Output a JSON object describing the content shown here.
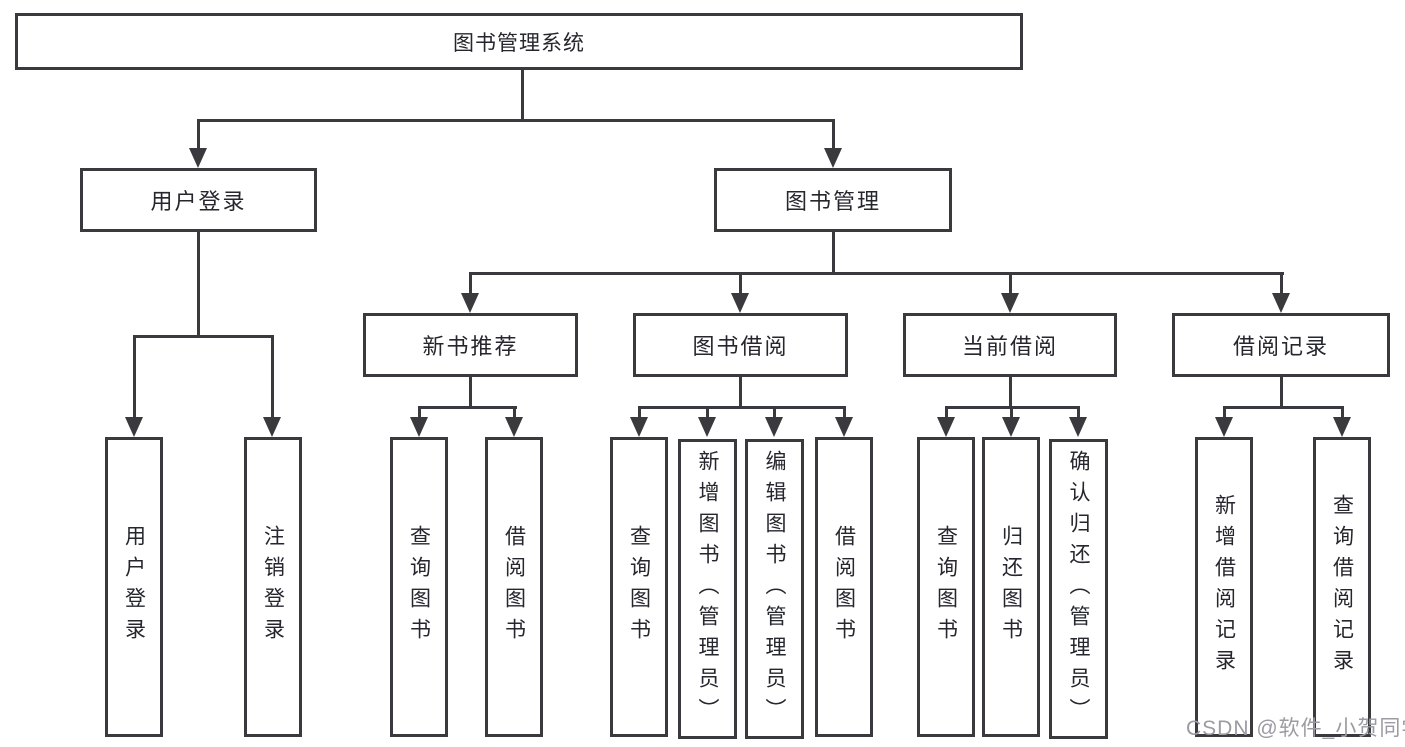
{
  "diagram": {
    "title": "图书管理系统",
    "branches": [
      {
        "label": "用户登录",
        "children": [
          {
            "label": "用户登录"
          },
          {
            "label": "注销登录"
          }
        ]
      },
      {
        "label": "图书管理",
        "children": [
          {
            "label": "新书推荐",
            "children": [
              {
                "label": "查询图书"
              },
              {
                "label": "借阅图书"
              }
            ]
          },
          {
            "label": "图书借阅",
            "children": [
              {
                "label": "查询图书"
              },
              {
                "label": "新增图书（管理员）"
              },
              {
                "label": "编辑图书（管理员）"
              },
              {
                "label": "借阅图书"
              }
            ]
          },
          {
            "label": "当前借阅",
            "children": [
              {
                "label": "查询图书"
              },
              {
                "label": "归还图书"
              },
              {
                "label": "确认归还（管理员）"
              }
            ]
          },
          {
            "label": "借阅记录",
            "children": [
              {
                "label": "新增借阅记录"
              },
              {
                "label": "查询借阅记录"
              }
            ]
          }
        ]
      }
    ]
  },
  "watermark": {
    "text": "CSDN @软件_小贺同学"
  },
  "colors": {
    "line": "#3a3a3e",
    "text": "#26262e",
    "background": "#ffffff",
    "watermark": "#9b9ba3"
  }
}
